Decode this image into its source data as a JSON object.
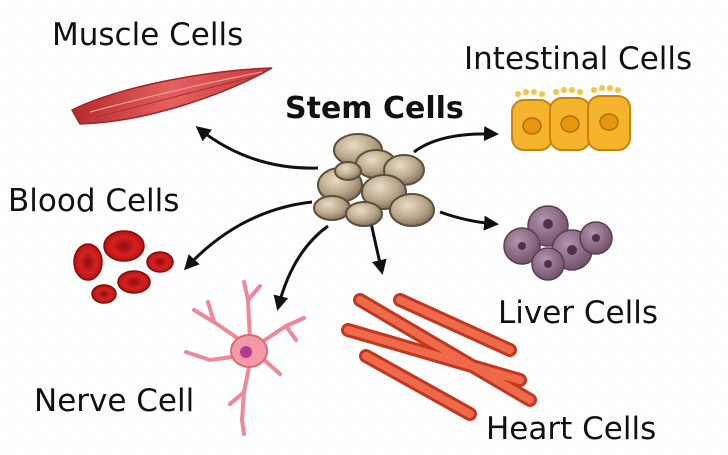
{
  "center": {
    "label": "Stem Cells"
  },
  "cells": [
    {
      "id": "muscle",
      "label": "Muscle Cells"
    },
    {
      "id": "intestinal",
      "label": "Intestinal Cells"
    },
    {
      "id": "blood",
      "label": "Blood Cells"
    },
    {
      "id": "liver",
      "label": "Liver Cells"
    },
    {
      "id": "nerve",
      "label": "Nerve Cell"
    },
    {
      "id": "heart",
      "label": "Heart Cells"
    }
  ],
  "colors": {
    "stem": "#9a8a73",
    "muscle": "#d94545",
    "intestinal": "#f2b322",
    "blood": "#c21a1a",
    "liver": "#8a6a82",
    "nerve": "#f08a98",
    "heart": "#e44f33",
    "arrow": "#111111"
  }
}
